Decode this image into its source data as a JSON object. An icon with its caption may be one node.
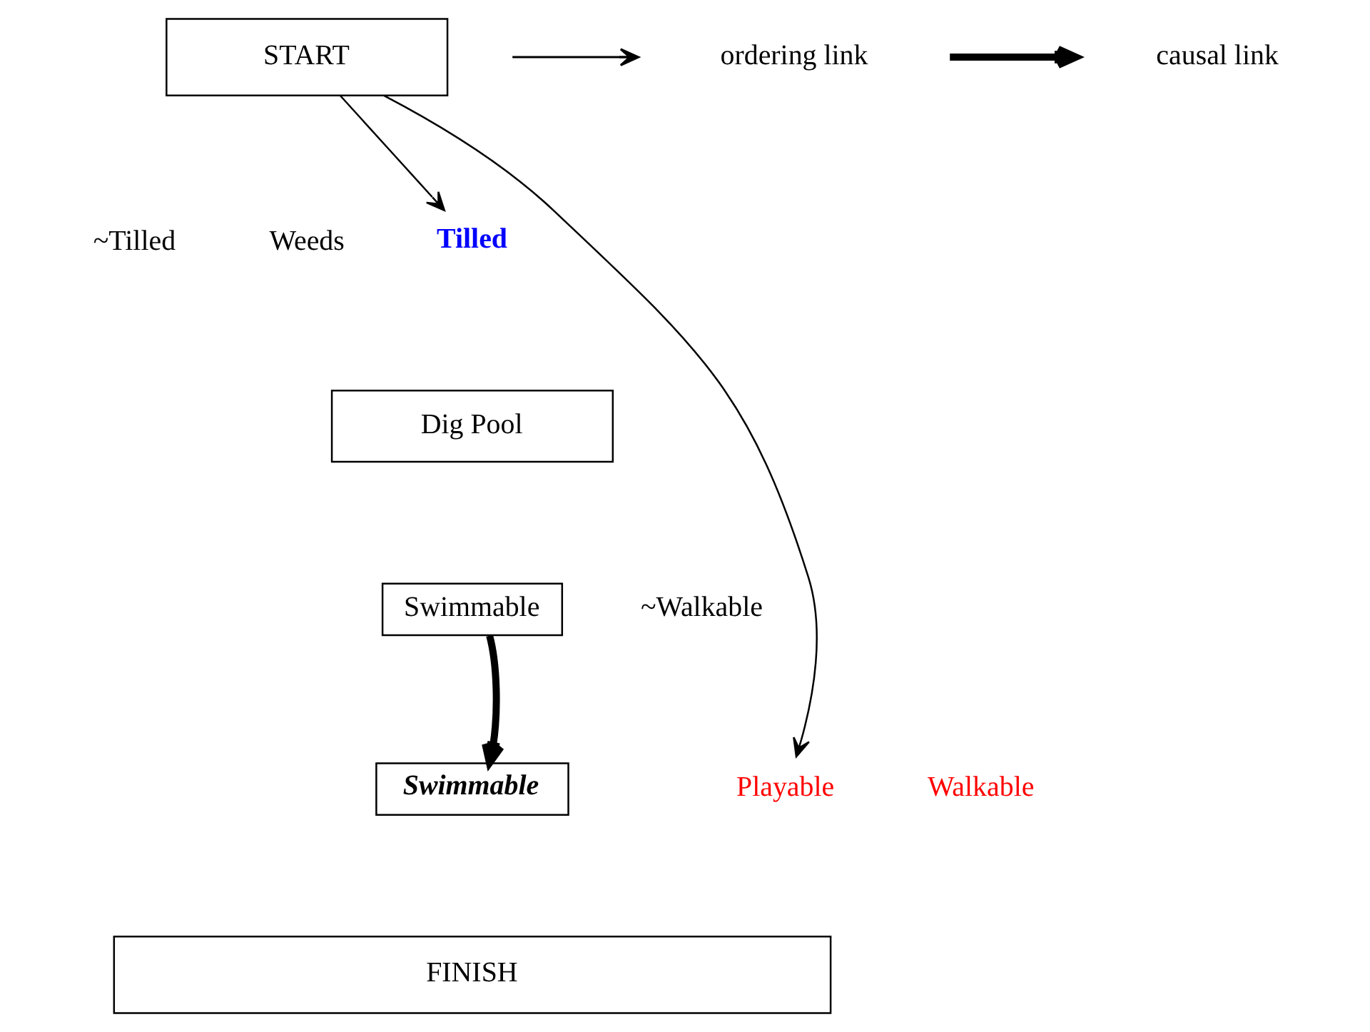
{
  "diagram": {
    "nodes": [
      {
        "text": [
          "START"
        ],
        "beside": [
          "~Tilled",
          "Weeds"
        ]
      },
      {
        "text": [
          "Tilled"
        ]
      },
      {
        "text": [
          "Dig Pool"
        ]
      },
      {
        "text": [
          "Swimmable"
        ]
      },
      {
        "text": [
          "Swimmable"
        ]
      },
      {
        "text": [
          "Playable"
        ]
      },
      {
        "text": [
          "FINISH"
        ]
      }
    ],
    "labels": [
      "~Walkable",
      "Walkable"
    ],
    "edges": [
      {
        "from": 0,
        "to": 1,
        "arrow": "to"
      },
      {
        "from": 0,
        "to": 5,
        "arrow": "to"
      },
      {
        "from": 3,
        "to": 4,
        "arrow": "to",
        "style": "thick"
      }
    ],
    "legend": [
      {
        "text": "ordering link"
      },
      {
        "text": "causal link"
      }
    ]
  }
}
